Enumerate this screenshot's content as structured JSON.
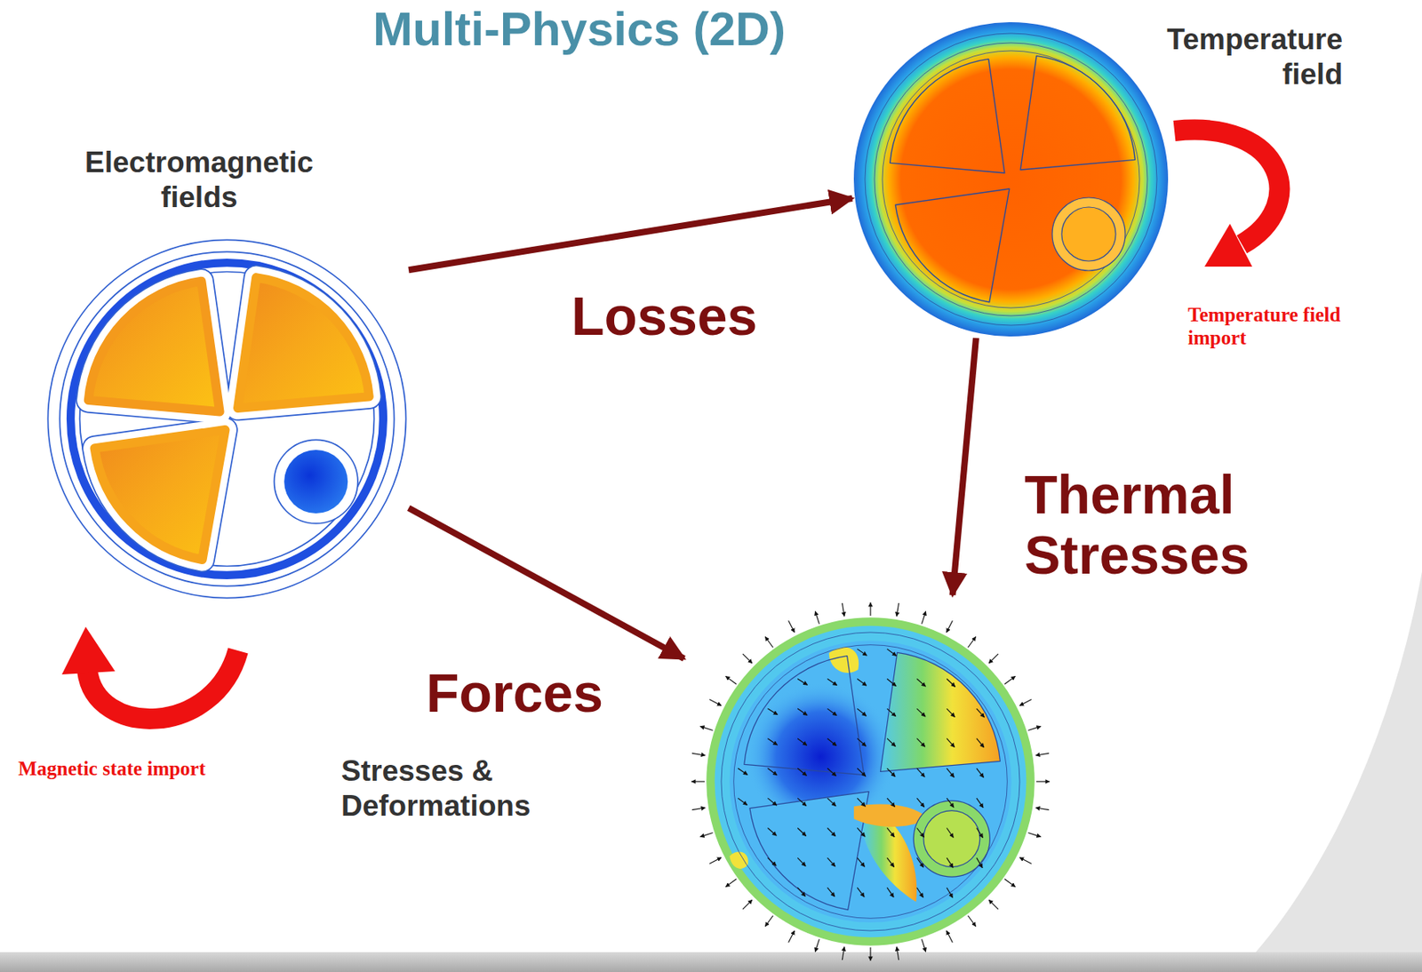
{
  "diagram": {
    "title": "Multi-Physics (2D)",
    "nodes": [
      {
        "text": [
          "Electromagnetic fields"
        ]
      },
      {
        "text": [
          "Temperature field"
        ]
      },
      {
        "text": [
          "Stresses & Deformations"
        ]
      }
    ],
    "edges": [
      {
        "from": 0,
        "to": 1,
        "arrow": "to",
        "label": "Losses"
      },
      {
        "from": 0,
        "to": 2,
        "arrow": "to",
        "label": "Forces"
      },
      {
        "from": 1,
        "to": 2,
        "arrow": "to",
        "label": "Thermal Stresses"
      }
    ],
    "labels": [
      "Magnetic state import",
      "Temperature field import"
    ]
  }
}
